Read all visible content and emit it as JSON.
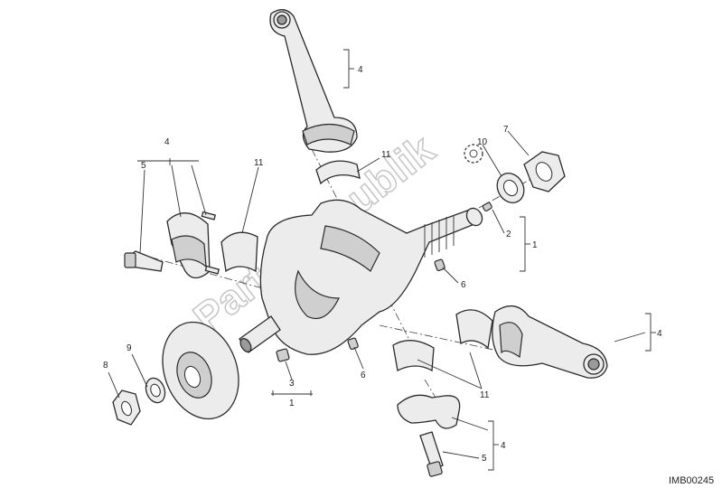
{
  "watermark": "Parts Republik",
  "drawing_code": "IMB00245",
  "callouts": {
    "conrod_top": "4",
    "bearing_shell_top": "11",
    "ring_nut": "7",
    "thrust_washer": "10",
    "bracket_crank_group": "1",
    "key_2": "2",
    "pin_6_upper": "6",
    "cap_group_left": "4",
    "bolt_left": "5",
    "bearing_shell_left": "11",
    "nut_8": "8",
    "washer_9": "9",
    "plug_3": "3",
    "group_1": "1",
    "pin_6_lower": "6",
    "bearing_shell_right": "11",
    "conrod_right": "4",
    "bolt_right": "5",
    "cap_group_right": "4"
  },
  "colors": {
    "outline": "#2a2a2a",
    "fill": "#ececec",
    "watermark": "#c8c8c8"
  }
}
